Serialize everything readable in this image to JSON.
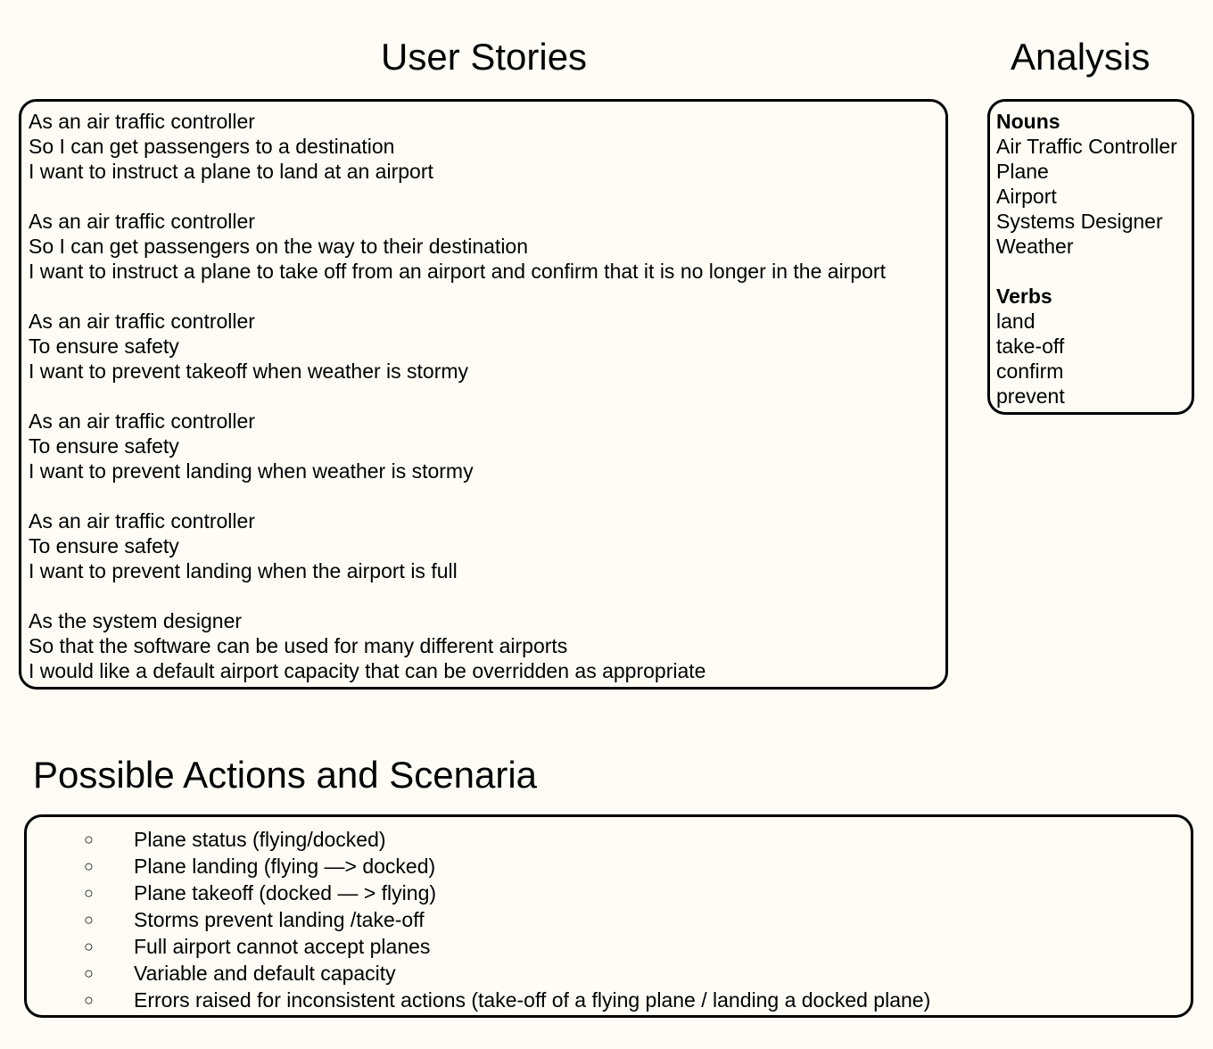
{
  "titles": {
    "stories": "User Stories",
    "analysis": "Analysis",
    "actions": "Possible Actions and Scenaria"
  },
  "stories": [
    {
      "lines": [
        "As an air traffic controller",
        "So I can get passengers to a destination",
        "I want to instruct a plane to land at an airport"
      ]
    },
    {
      "lines": [
        "As an air traffic controller",
        "So I can get passengers on the way to their destination",
        "I want to instruct a plane to take off from an airport and confirm that it is no longer in the airport"
      ]
    },
    {
      "lines": [
        "As an air traffic controller",
        "To ensure safety",
        "I want to prevent takeoff when weather is stormy"
      ]
    },
    {
      "lines": [
        "As an air traffic controller",
        "To ensure safety",
        "I want to prevent landing when weather is stormy"
      ]
    },
    {
      "lines": [
        "As an air traffic controller",
        "To ensure safety",
        "I want to prevent landing when the airport is full"
      ]
    },
    {
      "lines": [
        "As the system designer",
        "So that the software can be used for many different airports",
        "I would like a default airport capacity that can be overridden as appropriate"
      ]
    }
  ],
  "analysis": {
    "nouns": {
      "title": "Nouns",
      "items": [
        "Air Traffic Controller",
        "Plane",
        "Airport",
        "Systems Designer",
        "Weather"
      ]
    },
    "verbs": {
      "title": "Verbs",
      "items": [
        "land",
        "take-off",
        "confirm",
        "prevent"
      ]
    }
  },
  "actions": {
    "bullet": "○",
    "items": [
      "Plane status (flying/docked)",
      "Plane landing (flying —> docked)",
      "Plane takeoff (docked — > flying)",
      "Storms prevent landing /take-off",
      "Full airport cannot accept planes",
      "Variable and default capacity",
      "Errors raised for inconsistent actions (take-off of a flying plane / landing a docked plane)"
    ]
  }
}
